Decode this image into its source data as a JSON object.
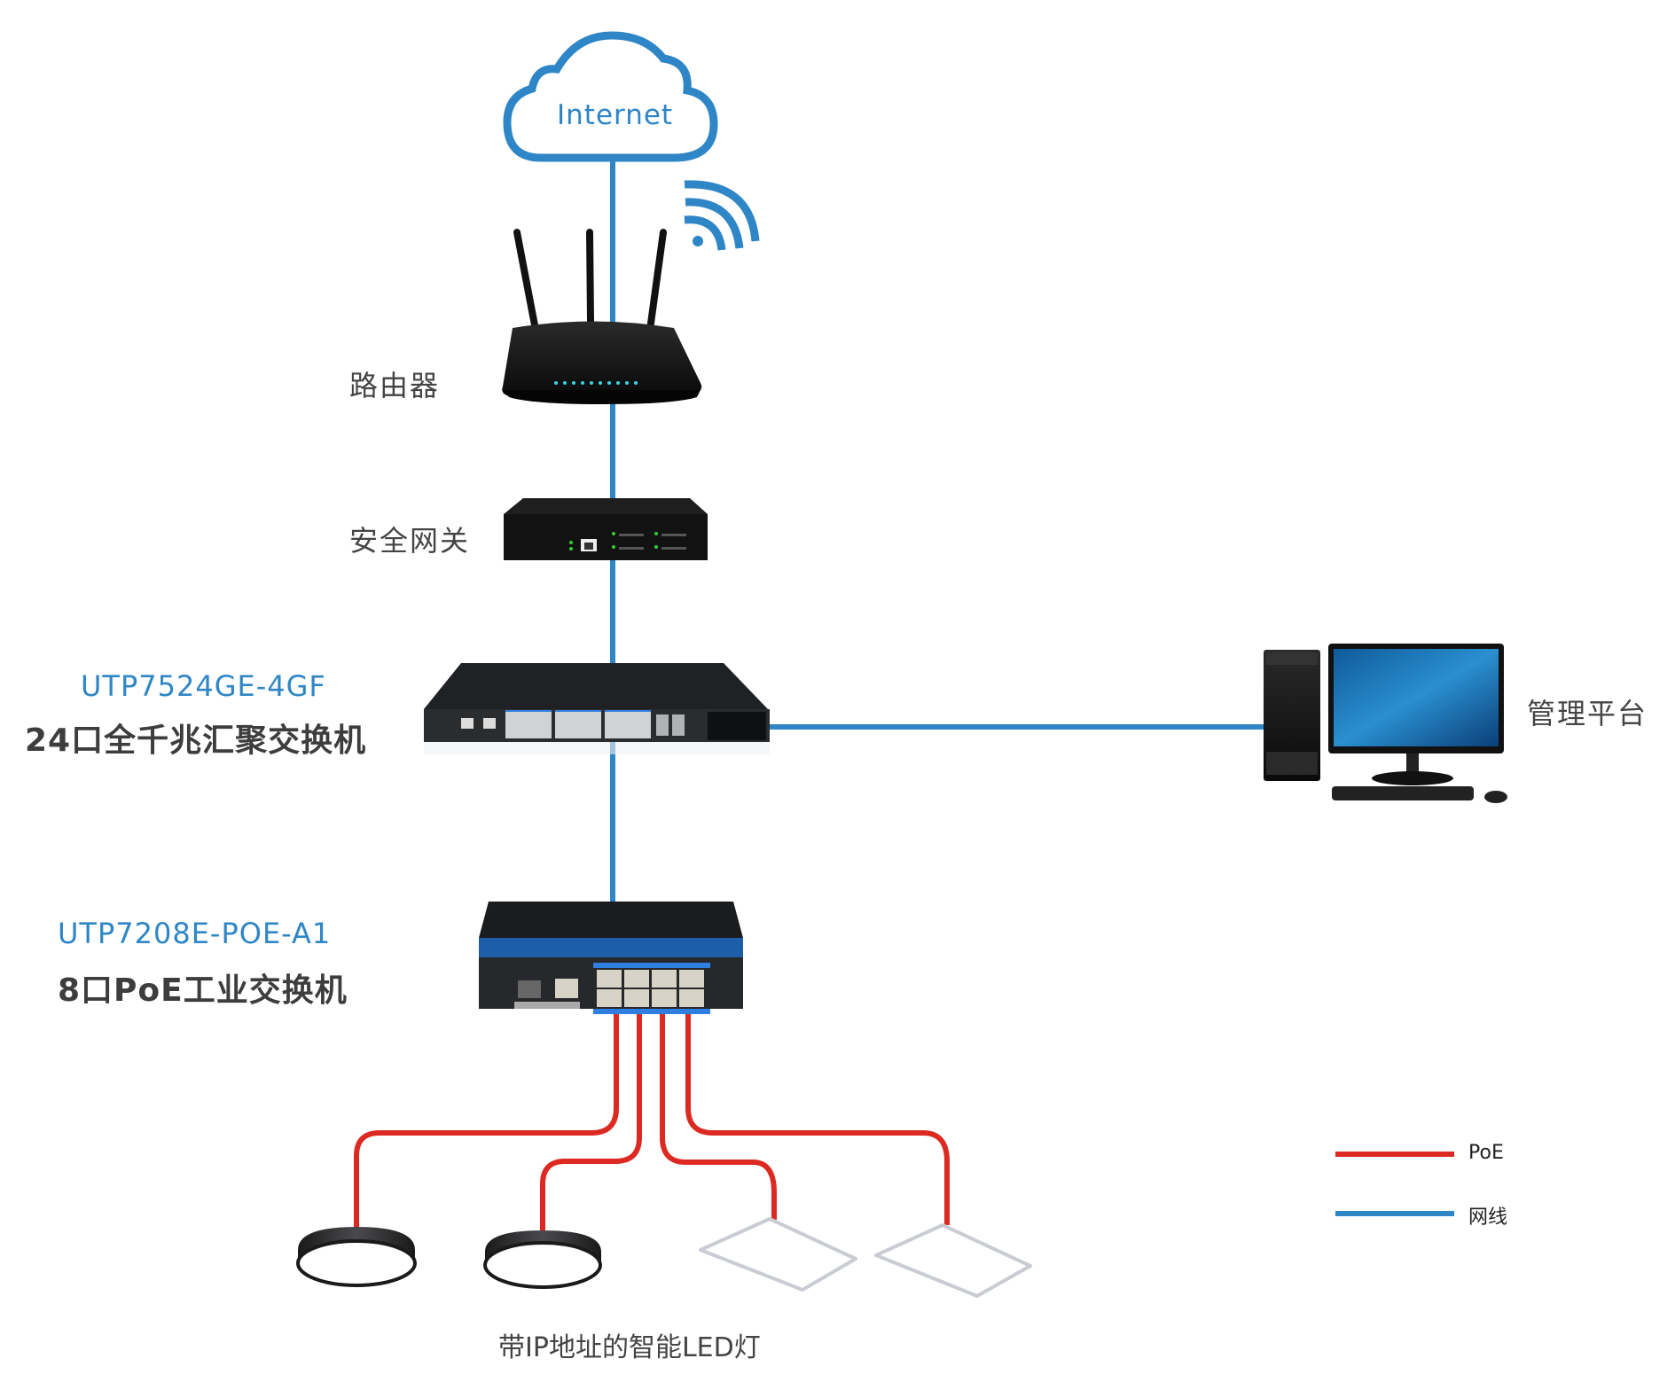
{
  "colors": {
    "network_line": "#2f86c6",
    "poe_line": "#dc2a22",
    "label_text": "#444444",
    "model_text": "#2f86c6"
  },
  "nodes": {
    "internet": {
      "label": "Internet",
      "icon": "cloud-icon"
    },
    "wifi": {
      "icon": "wifi-icon"
    },
    "router": {
      "label": "路由器",
      "icon": "router-icon"
    },
    "gateway": {
      "label": "安全网关",
      "icon": "security-gateway-icon"
    },
    "core_switch": {
      "model": "UTP7524GE-4GF",
      "label": "24口全千兆汇聚交换机",
      "icon": "rack-switch-icon"
    },
    "management": {
      "label": "管理平台",
      "icon": "desktop-computer-icon"
    },
    "poe_switch": {
      "model": "UTP7208E-POE-A1",
      "label": "8口PoE工业交换机",
      "icon": "industrial-switch-icon"
    },
    "lights": {
      "label": "带IP地址的智能LED灯",
      "items": [
        {
          "icon": "round-downlight-icon"
        },
        {
          "icon": "round-downlight-icon"
        },
        {
          "icon": "panel-light-icon"
        },
        {
          "icon": "panel-light-icon"
        }
      ]
    }
  },
  "links": [
    {
      "from": "internet",
      "to": "router",
      "type": "网线"
    },
    {
      "from": "router",
      "to": "gateway",
      "type": "网线"
    },
    {
      "from": "gateway",
      "to": "core_switch",
      "type": "网线"
    },
    {
      "from": "core_switch",
      "to": "management",
      "type": "网线"
    },
    {
      "from": "core_switch",
      "to": "poe_switch",
      "type": "网线"
    },
    {
      "from": "poe_switch",
      "to": "light-1",
      "type": "PoE"
    },
    {
      "from": "poe_switch",
      "to": "light-2",
      "type": "PoE"
    },
    {
      "from": "poe_switch",
      "to": "light-3",
      "type": "PoE"
    },
    {
      "from": "poe_switch",
      "to": "light-4",
      "type": "PoE"
    }
  ],
  "legend": {
    "items": [
      {
        "label": "PoE",
        "color": "#dc2a22"
      },
      {
        "label": "网线",
        "color": "#2f86c6"
      }
    ]
  }
}
